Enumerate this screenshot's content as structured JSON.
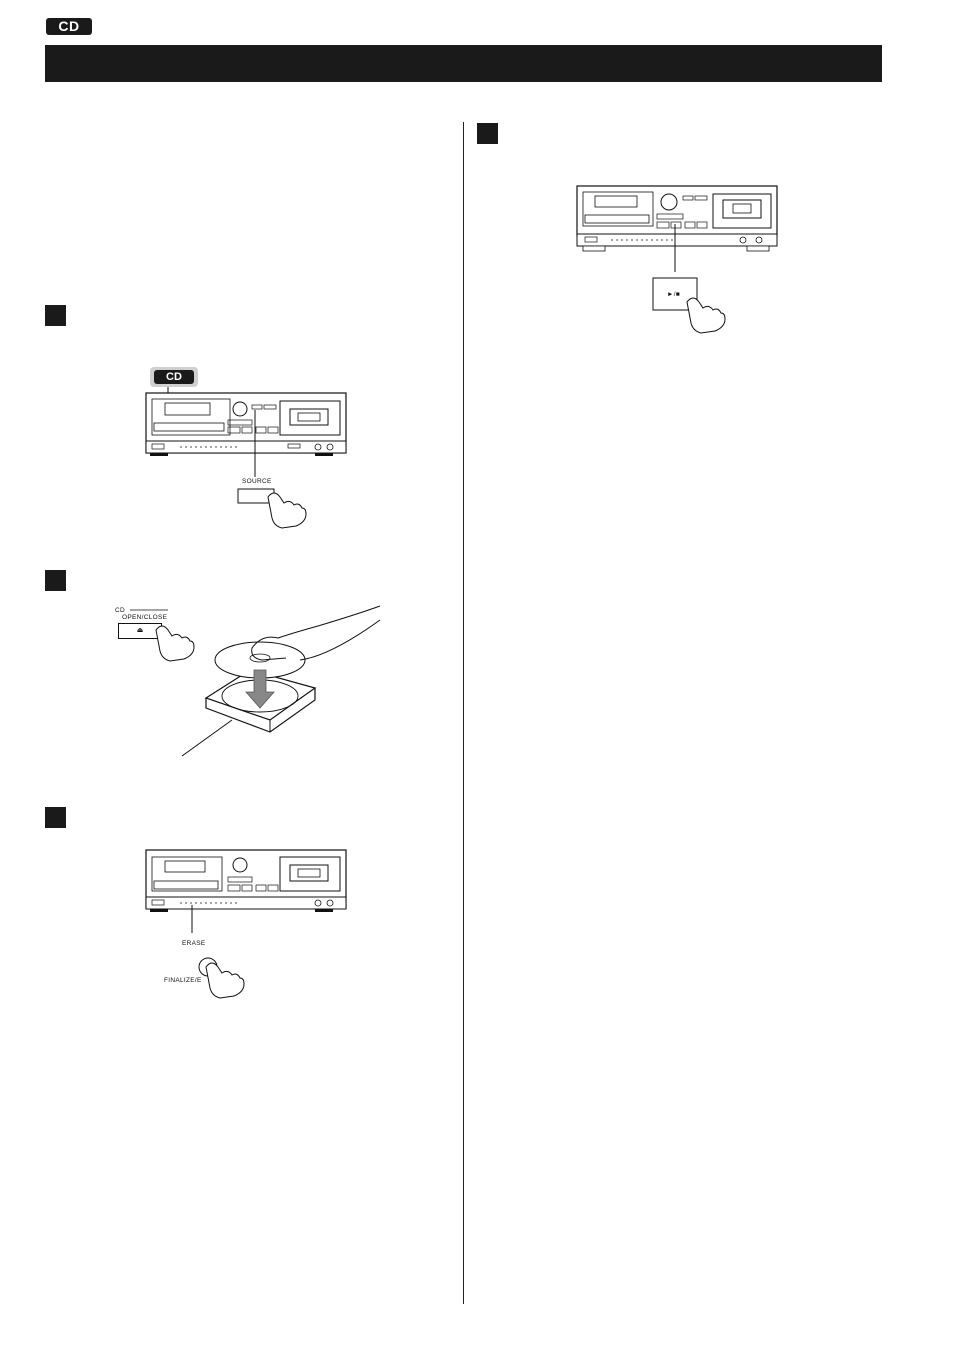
{
  "header": {
    "badge_label": "CD",
    "title": ""
  },
  "steps": {
    "source": {
      "display_badge": "CD",
      "button_label": "SOURCE"
    },
    "load_disc": {
      "button_label_top": "CD",
      "button_label_bottom": "OPEN/CLOSE",
      "button_symbol": "⏏"
    },
    "erase": {
      "button_label_top": "ERASE",
      "button_label_bottom": "FINALIZE/E"
    },
    "play": {
      "button_symbol": "►/■"
    }
  },
  "colors": {
    "bar": "#1a1a1a",
    "highlight_badge": "#cfcfcf"
  }
}
